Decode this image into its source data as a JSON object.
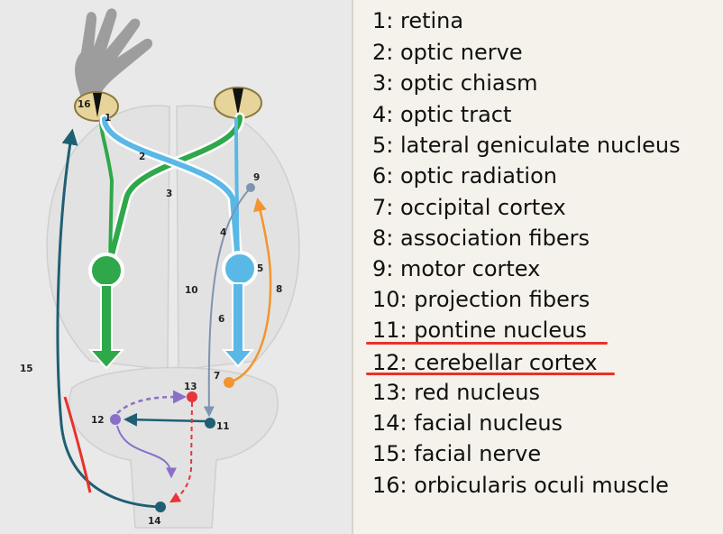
{
  "diagram": {
    "labels": [
      {
        "id": "16",
        "text": "16"
      },
      {
        "id": "1",
        "text": "1"
      },
      {
        "id": "2",
        "text": "2"
      },
      {
        "id": "3",
        "text": "3"
      },
      {
        "id": "4",
        "text": "4"
      },
      {
        "id": "5",
        "text": "5"
      },
      {
        "id": "6",
        "text": "6"
      },
      {
        "id": "7",
        "text": "7"
      },
      {
        "id": "8",
        "text": "8"
      },
      {
        "id": "9",
        "text": "9"
      },
      {
        "id": "10",
        "text": "10"
      },
      {
        "id": "11",
        "text": "11"
      },
      {
        "id": "12",
        "text": "12"
      },
      {
        "id": "13",
        "text": "13"
      },
      {
        "id": "14",
        "text": "14"
      },
      {
        "id": "15",
        "text": "15"
      }
    ],
    "colors": {
      "optic_pathway_blue": "#5ab8e6",
      "optic_pathway_green": "#2ea84a",
      "motor_pathway": "#1f5f73",
      "association": "#f2952f",
      "cerebellar": "#8a6fc9",
      "red_nucleus": "#e8343a",
      "highlight": "#e8312a"
    }
  },
  "legend": {
    "items": [
      {
        "number": "1",
        "text": "1: retina"
      },
      {
        "number": "2",
        "text": "2: optic nerve"
      },
      {
        "number": "3",
        "text": "3: optic chiasm"
      },
      {
        "number": "4",
        "text": "4: optic tract"
      },
      {
        "number": "5",
        "text": "5: lateral geniculate nucleus"
      },
      {
        "number": "6",
        "text": "6: optic radiation"
      },
      {
        "number": "7",
        "text": "7: occipital cortex"
      },
      {
        "number": "8",
        "text": "8: association fibers"
      },
      {
        "number": "9",
        "text": "9: motor cortex"
      },
      {
        "number": "10",
        "text": "10: projection fibers"
      },
      {
        "number": "11",
        "text": "11: pontine nucleus"
      },
      {
        "number": "12",
        "text": "12: cerebellar cortex"
      },
      {
        "number": "13",
        "text": "13: red nucleus"
      },
      {
        "number": "14",
        "text": "14: facial nucleus"
      },
      {
        "number": "15",
        "text": "15: facial nerve"
      },
      {
        "number": "16",
        "text": "16: orbicularis oculi muscle"
      }
    ],
    "underlined": [
      "11",
      "12"
    ]
  }
}
